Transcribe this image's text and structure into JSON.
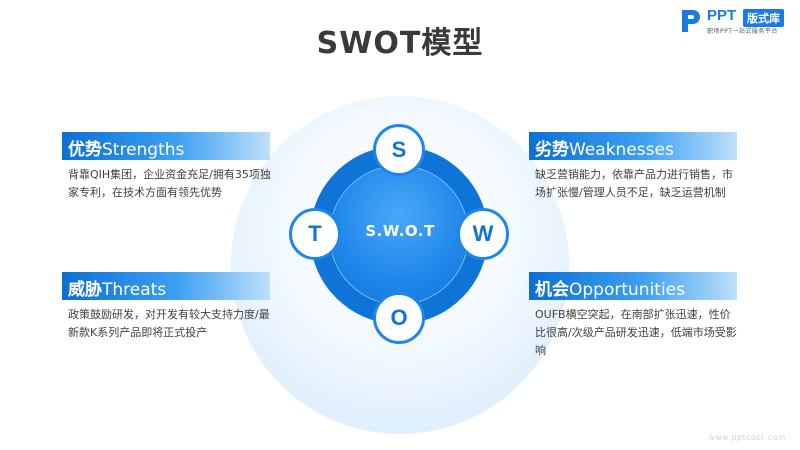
{
  "title": "SWOT模型",
  "logo": {
    "brand": "PPT",
    "badge": "版式库",
    "tagline": "职场PPT一站式服务平台"
  },
  "center": {
    "label": "S.W.O.T",
    "letters": {
      "s": "S",
      "w": "W",
      "o": "O",
      "t": "T"
    }
  },
  "panels": {
    "strengths": {
      "title_cn": "优势",
      "title_en": "Strengths",
      "body": "背靠QIH集团，企业资金充足/拥有35项独家专利，在技术方面有领先优势"
    },
    "weaknesses": {
      "title_cn": "劣势",
      "title_en": "Weaknesses",
      "body": "缺乏营销能力，依靠产品力进行销售，市场扩张慢/管理人员不足，缺乏运营机制"
    },
    "threats": {
      "title_cn": "威胁",
      "title_en": "Threats",
      "body": "政策鼓励研发，对开发有较大支持力度/最新款K系列产品即将正式投产"
    },
    "opportunities": {
      "title_cn": "机会",
      "title_en": "Opportunities",
      "body": "OUFB横空突起，在南部扩张迅速，性价比很高/次级产品研发迅速，低端市场受影响"
    }
  },
  "watermark": "www.pptcool.com",
  "colors": {
    "primary": "#1273d8",
    "accent": "#1e86ea",
    "title": "#3a3a3a"
  }
}
